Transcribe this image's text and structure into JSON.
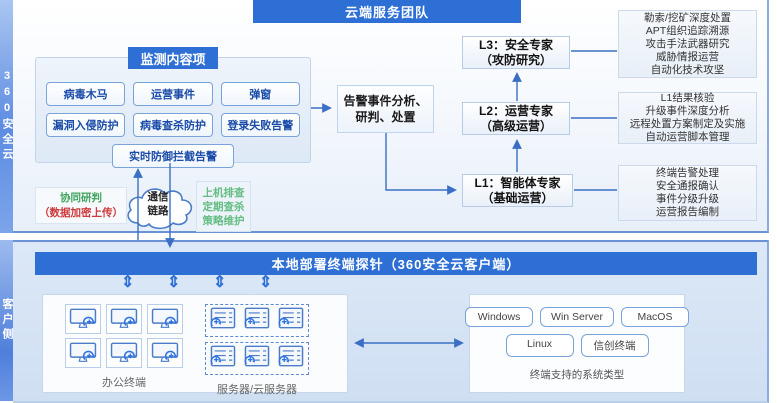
{
  "left_rail": {
    "cloud_side_label": "360安全云",
    "client_side_label": "客户侧"
  },
  "cloud_section": {
    "banner": "云端服务团队",
    "monitoring": {
      "title": "监测内容项",
      "rows": [
        [
          "病毒木马",
          "运营事件",
          "弹窗"
        ],
        [
          "漏洞入侵防护",
          "病毒查杀防护",
          "登录失败告警"
        ],
        [
          "实时防御拦截告警"
        ]
      ]
    },
    "analysis_box": "告警事件分析、研判、处置",
    "levels": [
      {
        "title": "L3：安全专家",
        "subtitle": "（攻防研究）",
        "duties": [
          "勒索/挖矿深度处置",
          "APT组织追踪溯源",
          "攻击手法武器研究",
          "威胁情报运营",
          "自动化技术攻坚"
        ]
      },
      {
        "title": "L2：运营专家",
        "subtitle": "（高级运营）",
        "duties": [
          "L1结果核验",
          "升级事件深度分析",
          "远程处置方案制定及实施",
          "自动运营脚本管理"
        ]
      },
      {
        "title": "L1：智能体专家",
        "subtitle": "（基础运营）",
        "duties": [
          "终端告警处理",
          "安全通报确认",
          "事件分级升级",
          "运营报告编制"
        ]
      }
    ],
    "uplink_note": {
      "line1": "协同研判",
      "line2": "（数据加密上传）"
    },
    "comm_cloud": {
      "line1": "通信",
      "line2": "链路"
    },
    "downlink_note": [
      "上机排查",
      "定期查杀",
      "策略维护"
    ]
  },
  "client_section": {
    "banner": "本地部署终端探针（360安全云客户端）",
    "link_arrow_glyph": "⇕",
    "link_arrow_count": 4,
    "terminals": {
      "office_label": "办公终端",
      "office_count": 6,
      "server_label": "服务器/云服务器",
      "server_rows": [
        3,
        3
      ]
    },
    "os_box": {
      "rows": [
        [
          "Windows",
          "Win Server",
          "MacOS"
        ],
        [
          "Linux",
          "信创终端"
        ]
      ],
      "caption": "终端支持的系统类型"
    }
  },
  "colors": {
    "banner_blue": "#2e6fd6",
    "line_blue": "#3a6fc4",
    "green": "#3fa45f",
    "red": "#cf3b3b"
  }
}
